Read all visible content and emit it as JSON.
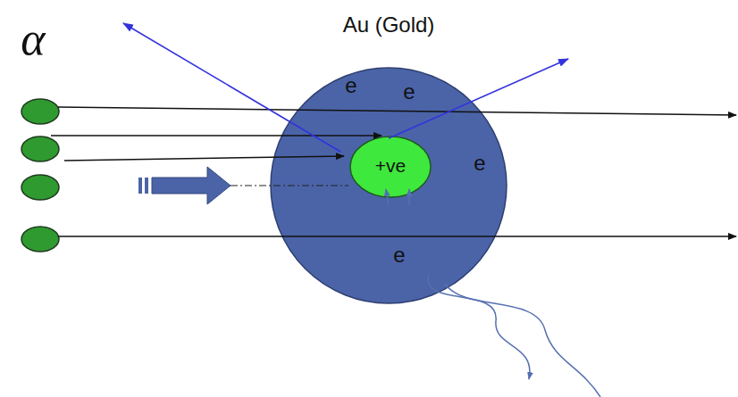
{
  "diagram": {
    "nodes": [
      {
        "text": [
          "Au (Gold)",
          "e",
          "e",
          "e",
          "e"
        ]
      },
      {
        "text": [
          "+ve"
        ],
        "in": 0
      }
    ],
    "labels": [
      "α"
    ]
  }
}
